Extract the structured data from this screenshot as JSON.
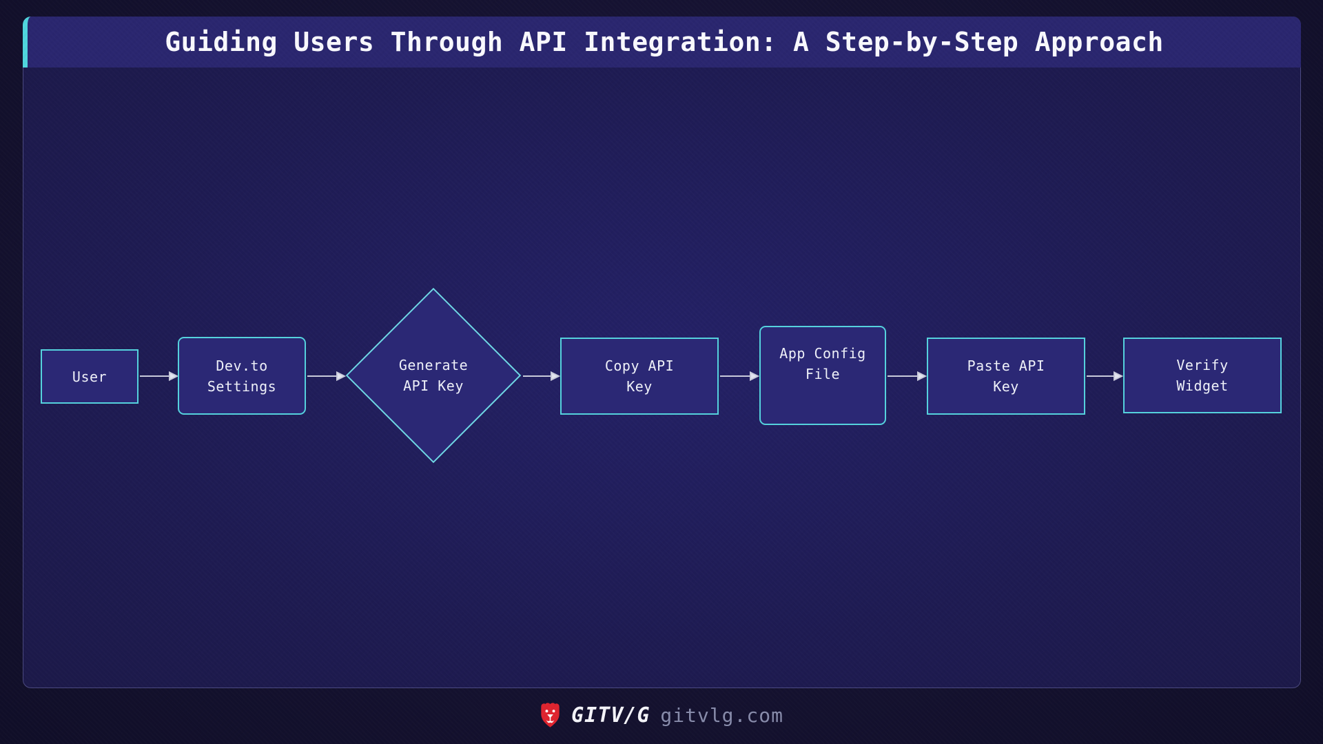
{
  "title": "Guiding Users Through API Integration: A Step-by-Step Approach",
  "flowchart": {
    "nodes": [
      {
        "name": "user",
        "shape": "rectangle",
        "line1": "User"
      },
      {
        "name": "devto-settings",
        "shape": "rounded",
        "line1": "Dev.to",
        "line2": "Settings"
      },
      {
        "name": "generate-api-key",
        "shape": "diamond",
        "line1": "Generate",
        "line2": "API Key"
      },
      {
        "name": "copy-api-key",
        "shape": "rectangle",
        "line1": "Copy API",
        "line2": "Key"
      },
      {
        "name": "app-config-file",
        "shape": "rounded",
        "line1": "App Config",
        "line2": "File"
      },
      {
        "name": "paste-api-key",
        "shape": "rectangle",
        "line1": "Paste API",
        "line2": "Key"
      },
      {
        "name": "verify-widget",
        "shape": "rectangle",
        "line1": "Verify",
        "line2": "Widget"
      }
    ],
    "edges": [
      {
        "from": "user",
        "to": "devto-settings"
      },
      {
        "from": "devto-settings",
        "to": "generate-api-key"
      },
      {
        "from": "generate-api-key",
        "to": "copy-api-key"
      },
      {
        "from": "copy-api-key",
        "to": "app-config-file"
      },
      {
        "from": "app-config-file",
        "to": "paste-api-key"
      },
      {
        "from": "paste-api-key",
        "to": "verify-widget"
      }
    ]
  },
  "footer": {
    "brand": "GITV/G",
    "site": "gitvlg.com"
  },
  "colors": {
    "background": "#131028",
    "panel": "#1e1b52",
    "title_bar": "#2a266f",
    "accent_cyan": "#4fd6de",
    "node_fill": "#2b2875",
    "node_border": "#55d2dd",
    "arrow": "#c9cbdb",
    "text": "#eef0f8",
    "brand_red": "#e0242f",
    "site_text": "#888cab"
  }
}
